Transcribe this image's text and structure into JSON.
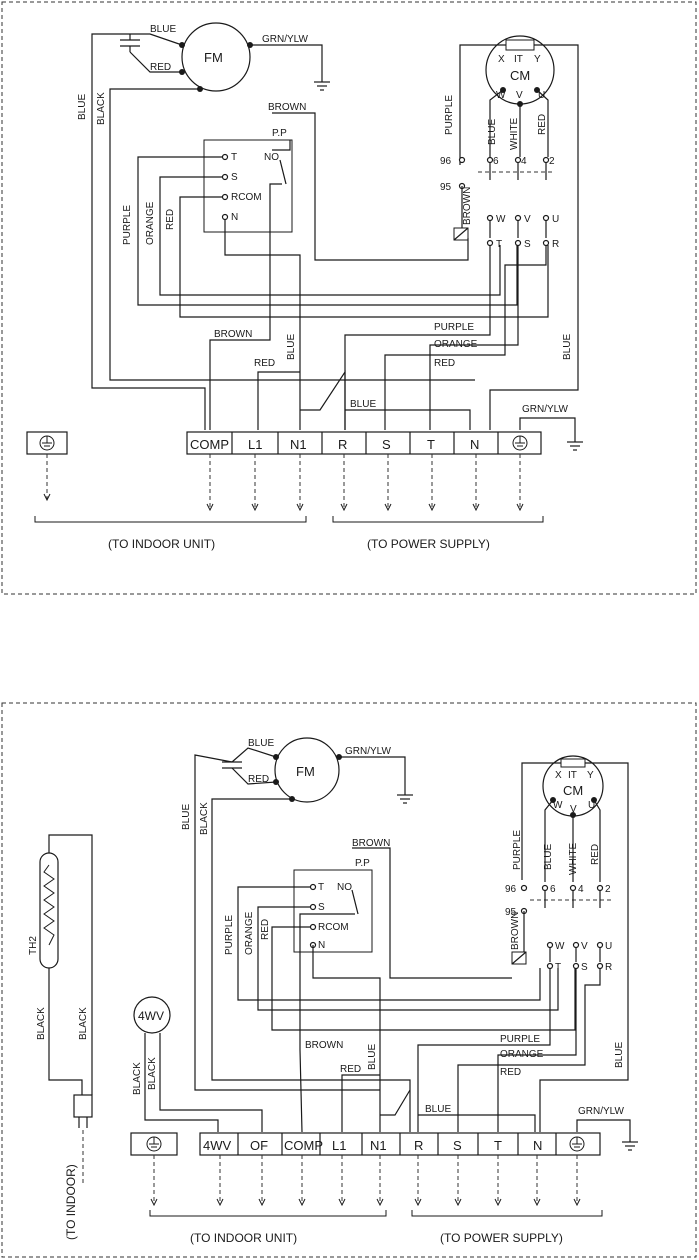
{
  "diagram1": {
    "motor_fan": "FM",
    "motor_comp": "CM",
    "comp_terms": [
      "X",
      "IT",
      "Y",
      "W",
      "V",
      "U"
    ],
    "contactor_top": [
      "6",
      "4",
      "2"
    ],
    "contactor_mid": [
      "W",
      "V",
      "U"
    ],
    "contactor_bot": [
      "T",
      "S",
      "R"
    ],
    "relay_nums": [
      "96",
      "95"
    ],
    "pp_label": "P.P",
    "pp_left": [
      "T",
      "S",
      "RCOM",
      "N"
    ],
    "pp_no": "NO",
    "wires": {
      "blue": "BLUE",
      "red": "RED",
      "grn": "GRN/YLW",
      "black": "BLACK",
      "brown": "BROWN",
      "purple": "PURPLE",
      "orange": "ORANGE",
      "white": "WHITE"
    },
    "terminals": [
      "COMP",
      "L1",
      "N1",
      "R",
      "S",
      "T",
      "N"
    ],
    "to_indoor": "(TO INDOOR UNIT)",
    "to_power": "(TO POWER SUPPLY)"
  },
  "diagram2": {
    "motor_fan": "FM",
    "motor_comp": "CM",
    "valve": "4WV",
    "thermistor": "TH2",
    "to_indoor_vert": "(TO INDOOR)",
    "terminals": [
      "4WV",
      "OF",
      "COMP",
      "L1",
      "N1",
      "R",
      "S",
      "T",
      "N"
    ],
    "to_indoor": "(TO INDOOR UNIT)",
    "to_power": "(TO POWER SUPPLY)"
  }
}
